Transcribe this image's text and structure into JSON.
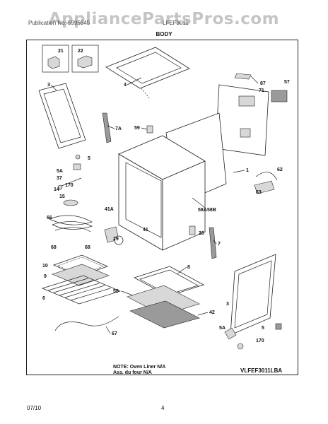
{
  "watermark": "AppliancePartsPros.com",
  "header": {
    "publication_left": "Publication No. 5995545",
    "publication_right": "LFEF3011",
    "section_title": "BODY"
  },
  "footer": {
    "note_line1": "NOTE: Oven Liner N/A",
    "note_line2": "Ass. du four N/A",
    "model": "VLFEF3011LBA",
    "date": "07/10",
    "page": "4"
  },
  "callouts": [
    "21",
    "22",
    "4",
    "3",
    "87",
    "71",
    "57",
    "59",
    "7A",
    "5",
    "5A",
    "37",
    "170",
    "14",
    "15",
    "1",
    "62",
    "63",
    "66",
    "68",
    "68",
    "41A",
    "58A",
    "58B",
    "29",
    "41",
    "26",
    "7",
    "10",
    "9",
    "6",
    "8",
    "58",
    "3",
    "42",
    "5A",
    "5",
    "170",
    "67"
  ]
}
